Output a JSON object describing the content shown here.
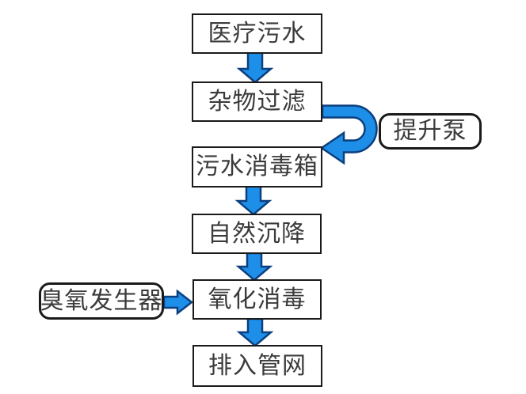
{
  "diagram": {
    "type": "flowchart",
    "language": "zh-CN",
    "flow_direction": "top-down",
    "nodes": [
      {
        "id": "medical-wastewater",
        "label": "医疗污水",
        "shape": "rectangle"
      },
      {
        "id": "debris-filtration",
        "label": "杂物过滤",
        "shape": "rectangle"
      },
      {
        "id": "lift-pump",
        "label": "提升泵",
        "shape": "rounded-rectangle"
      },
      {
        "id": "sewage-disinfection-tank",
        "label": "污水消毒箱",
        "shape": "rectangle"
      },
      {
        "id": "natural-sedimentation",
        "label": "自然沉降",
        "shape": "rectangle"
      },
      {
        "id": "ozone-generator",
        "label": "臭氧发生器",
        "shape": "rounded-rectangle"
      },
      {
        "id": "oxidation-disinfection",
        "label": "氧化消毒",
        "shape": "rectangle"
      },
      {
        "id": "discharge-to-pipe-network",
        "label": "排入管网",
        "shape": "rectangle"
      }
    ],
    "edges": [
      {
        "from": "medical-wastewater",
        "to": "debris-filtration",
        "style": "block-arrow-down"
      },
      {
        "from": "debris-filtration",
        "to": "sewage-disinfection-tank",
        "style": "u-turn-block-arrow",
        "via": "lift-pump"
      },
      {
        "from": "sewage-disinfection-tank",
        "to": "natural-sedimentation",
        "style": "block-arrow-down"
      },
      {
        "from": "natural-sedimentation",
        "to": "oxidation-disinfection",
        "style": "block-arrow-down"
      },
      {
        "from": "ozone-generator",
        "to": "oxidation-disinfection",
        "style": "block-arrow-right"
      },
      {
        "from": "oxidation-disinfection",
        "to": "discharge-to-pipe-network",
        "style": "block-arrow-down"
      }
    ],
    "colors": {
      "arrow_fill": "#1E8FE8",
      "arrow_outline": "#0C3F7E",
      "node_border": "#1A1A1A",
      "node_fill": "#FFFFFF",
      "text": "#3B3B3B",
      "background": "#FFFFFF"
    }
  }
}
